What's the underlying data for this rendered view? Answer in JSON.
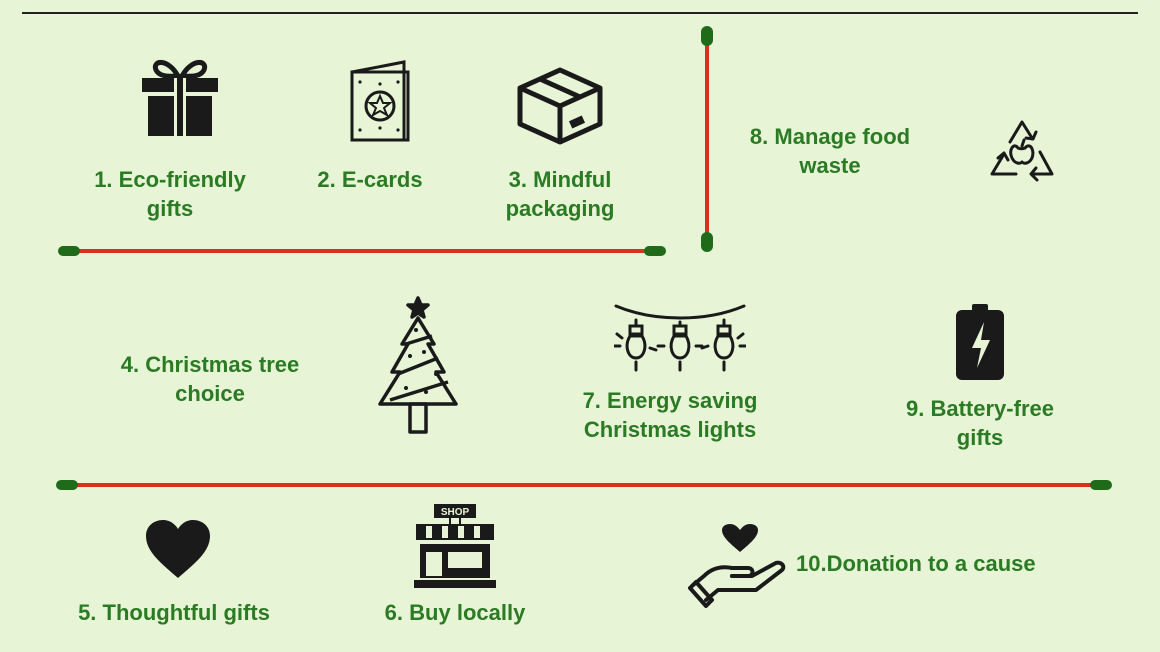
{
  "items": [
    {
      "num": "1.",
      "text": "Eco-friendly",
      "text2": "gifts",
      "icon": "gift-icon"
    },
    {
      "num": "2.",
      "text": "E-cards",
      "icon": "greeting-card-icon"
    },
    {
      "num": "3.",
      "text": "Mindful",
      "text2": "packaging",
      "icon": "package-box-icon"
    },
    {
      "num": "4.",
      "text": "Christmas tree",
      "text2": "choice",
      "icon": "christmas-tree-icon"
    },
    {
      "num": "5.",
      "text": "Thoughtful gifts",
      "icon": "heart-icon"
    },
    {
      "num": "6.",
      "text": "Buy locally",
      "icon": "shop-icon"
    },
    {
      "num": "7.",
      "text": "Energy saving",
      "text2": "Christmas lights",
      "icon": "string-lights-icon"
    },
    {
      "num": "8.",
      "text": "Manage food",
      "text2": "waste",
      "icon": "recycle-icon"
    },
    {
      "num": "9.",
      "text": "Battery-free",
      "text2": "gifts",
      "icon": "battery-icon"
    },
    {
      "num": "10.",
      "text": "Donation to a cause",
      "icon": "donation-hand-heart-icon"
    }
  ],
  "shop_sign": "SHOP",
  "colors": {
    "background": "#e7f5d6",
    "label": "#2b7a24",
    "divider": "#d9301c",
    "divider_cap": "#1f6b1a",
    "icon": "#1a1a1a"
  }
}
